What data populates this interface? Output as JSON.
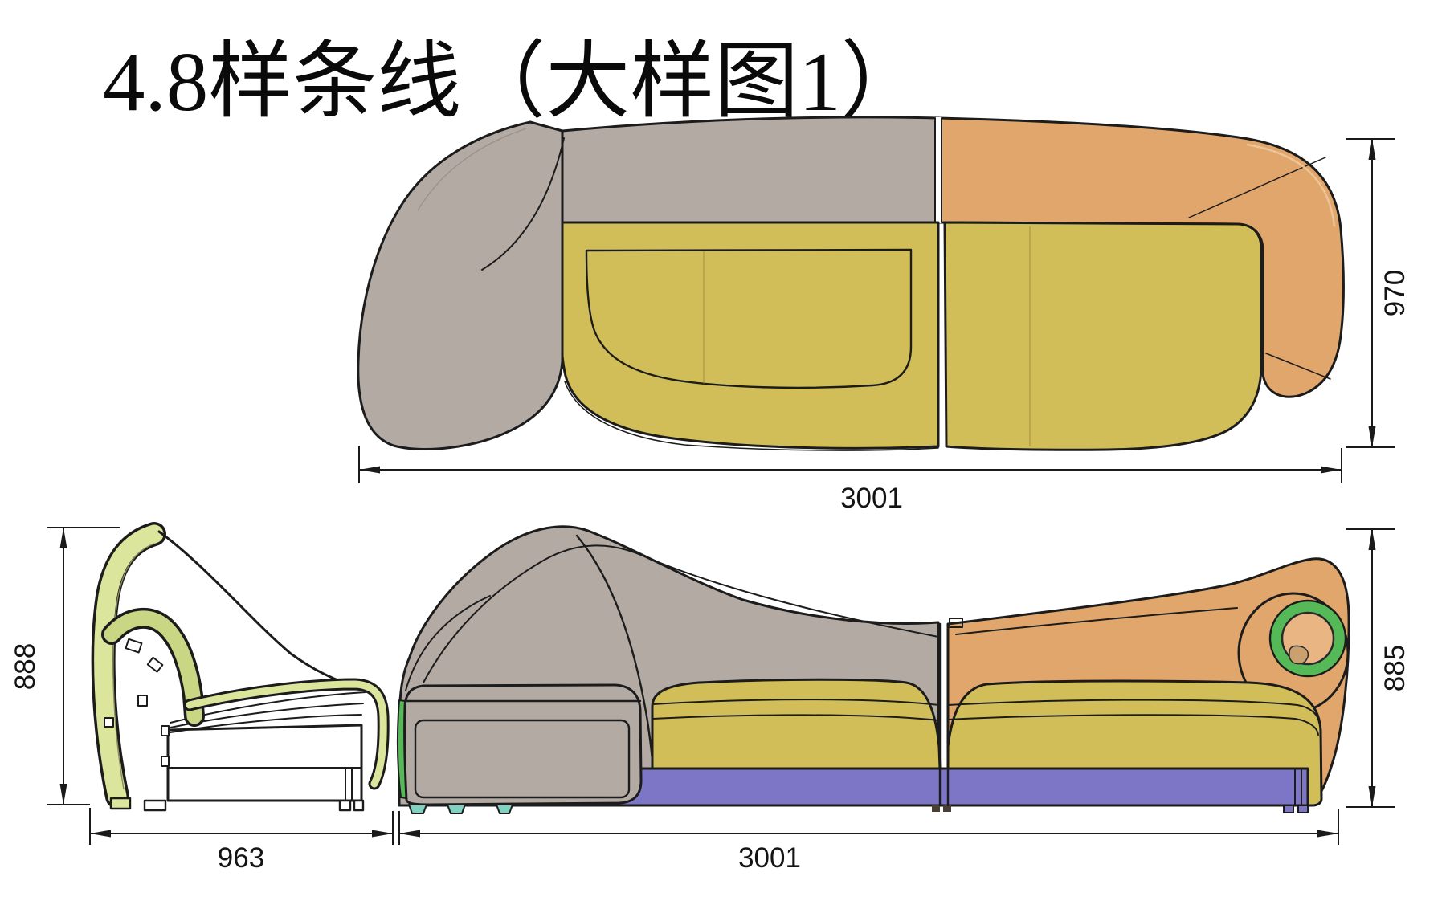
{
  "title": "4.8样条线（大样图1）",
  "views": {
    "top": {
      "width_label": "3001",
      "depth_label": "970"
    },
    "side": {
      "height_label": "888",
      "depth_label": "963"
    },
    "front": {
      "width_label": "3001",
      "height_label": "885"
    }
  },
  "colors": {
    "outline": "#1c1c1c",
    "dim": "#1a1a1a",
    "gray": "#b3aaa4",
    "yellow": "#d2be58",
    "orange": "#e1a66b",
    "orange2": "#e8b583",
    "purple": "#7d76c6",
    "green": "#56b957",
    "lime": "#dbe69c",
    "lime2": "#c9d784",
    "teal": "#7fd2c0"
  }
}
